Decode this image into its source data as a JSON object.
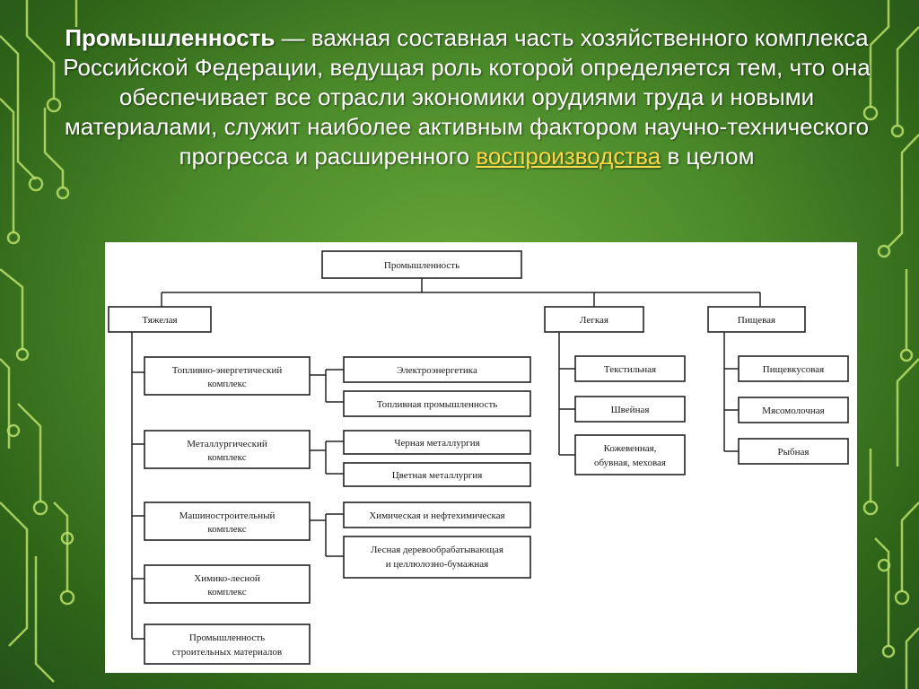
{
  "intro": {
    "term": "Промышленность",
    "dash": " — ",
    "text_1": "важная составная часть хозяйственного комплекса Российской Федерации, ведущая роль которой определяется тем, что она обеспечивает все отрасли экономики орудиями труда и новыми материалами, служит наиболее активным фактором научно-технического прогресса и расширенного ",
    "link": "воспроизводства",
    "text_2": " в целом"
  },
  "diagram": {
    "root": "Промышленность",
    "heavy": {
      "label": "Тяжелая",
      "complexes": [
        {
          "label_1": "Топливно-энергетический",
          "label_2": "комплекс",
          "children": [
            "Электроэнергетика",
            "Топливная промышленность"
          ]
        },
        {
          "label_1": "Металлургический",
          "label_2": "комплекс",
          "children": [
            "Черная металлургия",
            "Цветная металлургия"
          ]
        },
        {
          "label_1": "Машиностроительный",
          "label_2": "комплекс",
          "children_single": "Химическая и нефтехимическая",
          "child_2_line_1": "Лесная деревообрабатывающая",
          "child_2_line_2": "и целлюлозно-бумажная"
        },
        {
          "label_1": "Химико-лесной",
          "label_2": "комплекс"
        },
        {
          "label_1": "Промышленность",
          "label_2": "строительных материалов"
        }
      ]
    },
    "light": {
      "label": "Легкая",
      "children": [
        "Текстильная",
        "Швейная"
      ],
      "child_3_line_1": "Кожевенная,",
      "child_3_line_2": "обувная, меховая"
    },
    "food": {
      "label": "Пищевая",
      "children": [
        "Пищевкусовая",
        "Мясомолочная",
        "Рыбная"
      ]
    }
  }
}
